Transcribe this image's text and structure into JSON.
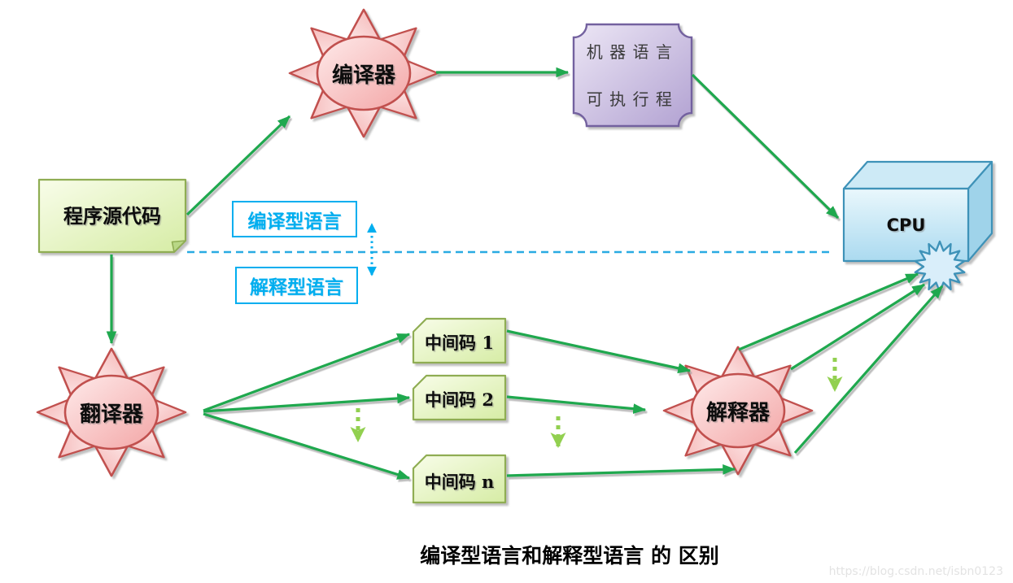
{
  "diagram": {
    "title": "编译型语言和解释型语言 的 区别",
    "watermark": "https://blog.csdn.net/isbn0123",
    "nodes": {
      "source_code": "程序源代码",
      "compiler": "编译器",
      "translator": "翻译器",
      "interpreter": "解释器",
      "machine_lang_line1": "机器语言",
      "machine_lang_line2": "可执行程",
      "cpu": "CPU",
      "intermediate_1": "中间码 1",
      "intermediate_2": "中间码 2",
      "intermediate_n": "中间码 n"
    },
    "labels": {
      "compiled": "编译型语言",
      "interpreted": "解释型语言"
    },
    "colors": {
      "arrow_green": "#1fa84e",
      "dotted_green": "#92d050",
      "accent_blue": "#00aeef",
      "sun_stroke": "#c1504e",
      "green_node_stroke": "#8fad53",
      "purple_stroke": "#73619f",
      "cpu_stroke": "#3e92b8"
    }
  }
}
